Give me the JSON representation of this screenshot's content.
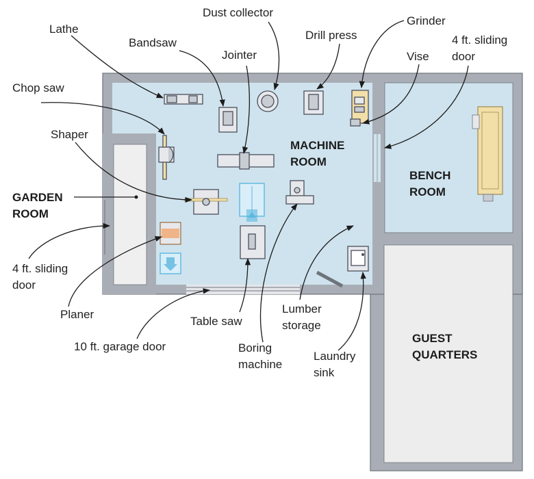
{
  "rooms": {
    "machine": [
      "MACHINE",
      "ROOM"
    ],
    "bench": [
      "BENCH",
      "ROOM"
    ],
    "garden": [
      "GARDEN",
      "ROOM"
    ],
    "guest": [
      "GUEST",
      "QUARTERS"
    ]
  },
  "labels": {
    "lathe": "Lathe",
    "dust_collector": "Dust collector",
    "grinder": "Grinder",
    "bandsaw": "Bandsaw",
    "drill_press": "Drill press",
    "sliding_door_right": [
      "4 ft. sliding",
      "door"
    ],
    "jointer": "Jointer",
    "vise": "Vise",
    "chop_saw": "Chop saw",
    "shaper": "Shaper",
    "sliding_door_left": [
      "4 ft. sliding",
      "door"
    ],
    "planer": "Planer",
    "table_saw": "Table saw",
    "garage_door": "10 ft. garage door",
    "lumber_storage": [
      "Lumber",
      "storage"
    ],
    "boring_machine": [
      "Boring",
      "machine"
    ],
    "laundry_sink": [
      "Laundry",
      "sink"
    ]
  },
  "colors": {
    "wall": "#a9aeb6",
    "wall_edge": "#6f747c",
    "machine_floor": "#cfe3ee",
    "bench_floor": "#cfe3ee",
    "garden_floor": "#efeff0",
    "guest_floor": "#ededee",
    "machine_fill": "#e6e8ec",
    "wood": "#f2dfa8",
    "accent_blue": "#5bb7e0"
  }
}
